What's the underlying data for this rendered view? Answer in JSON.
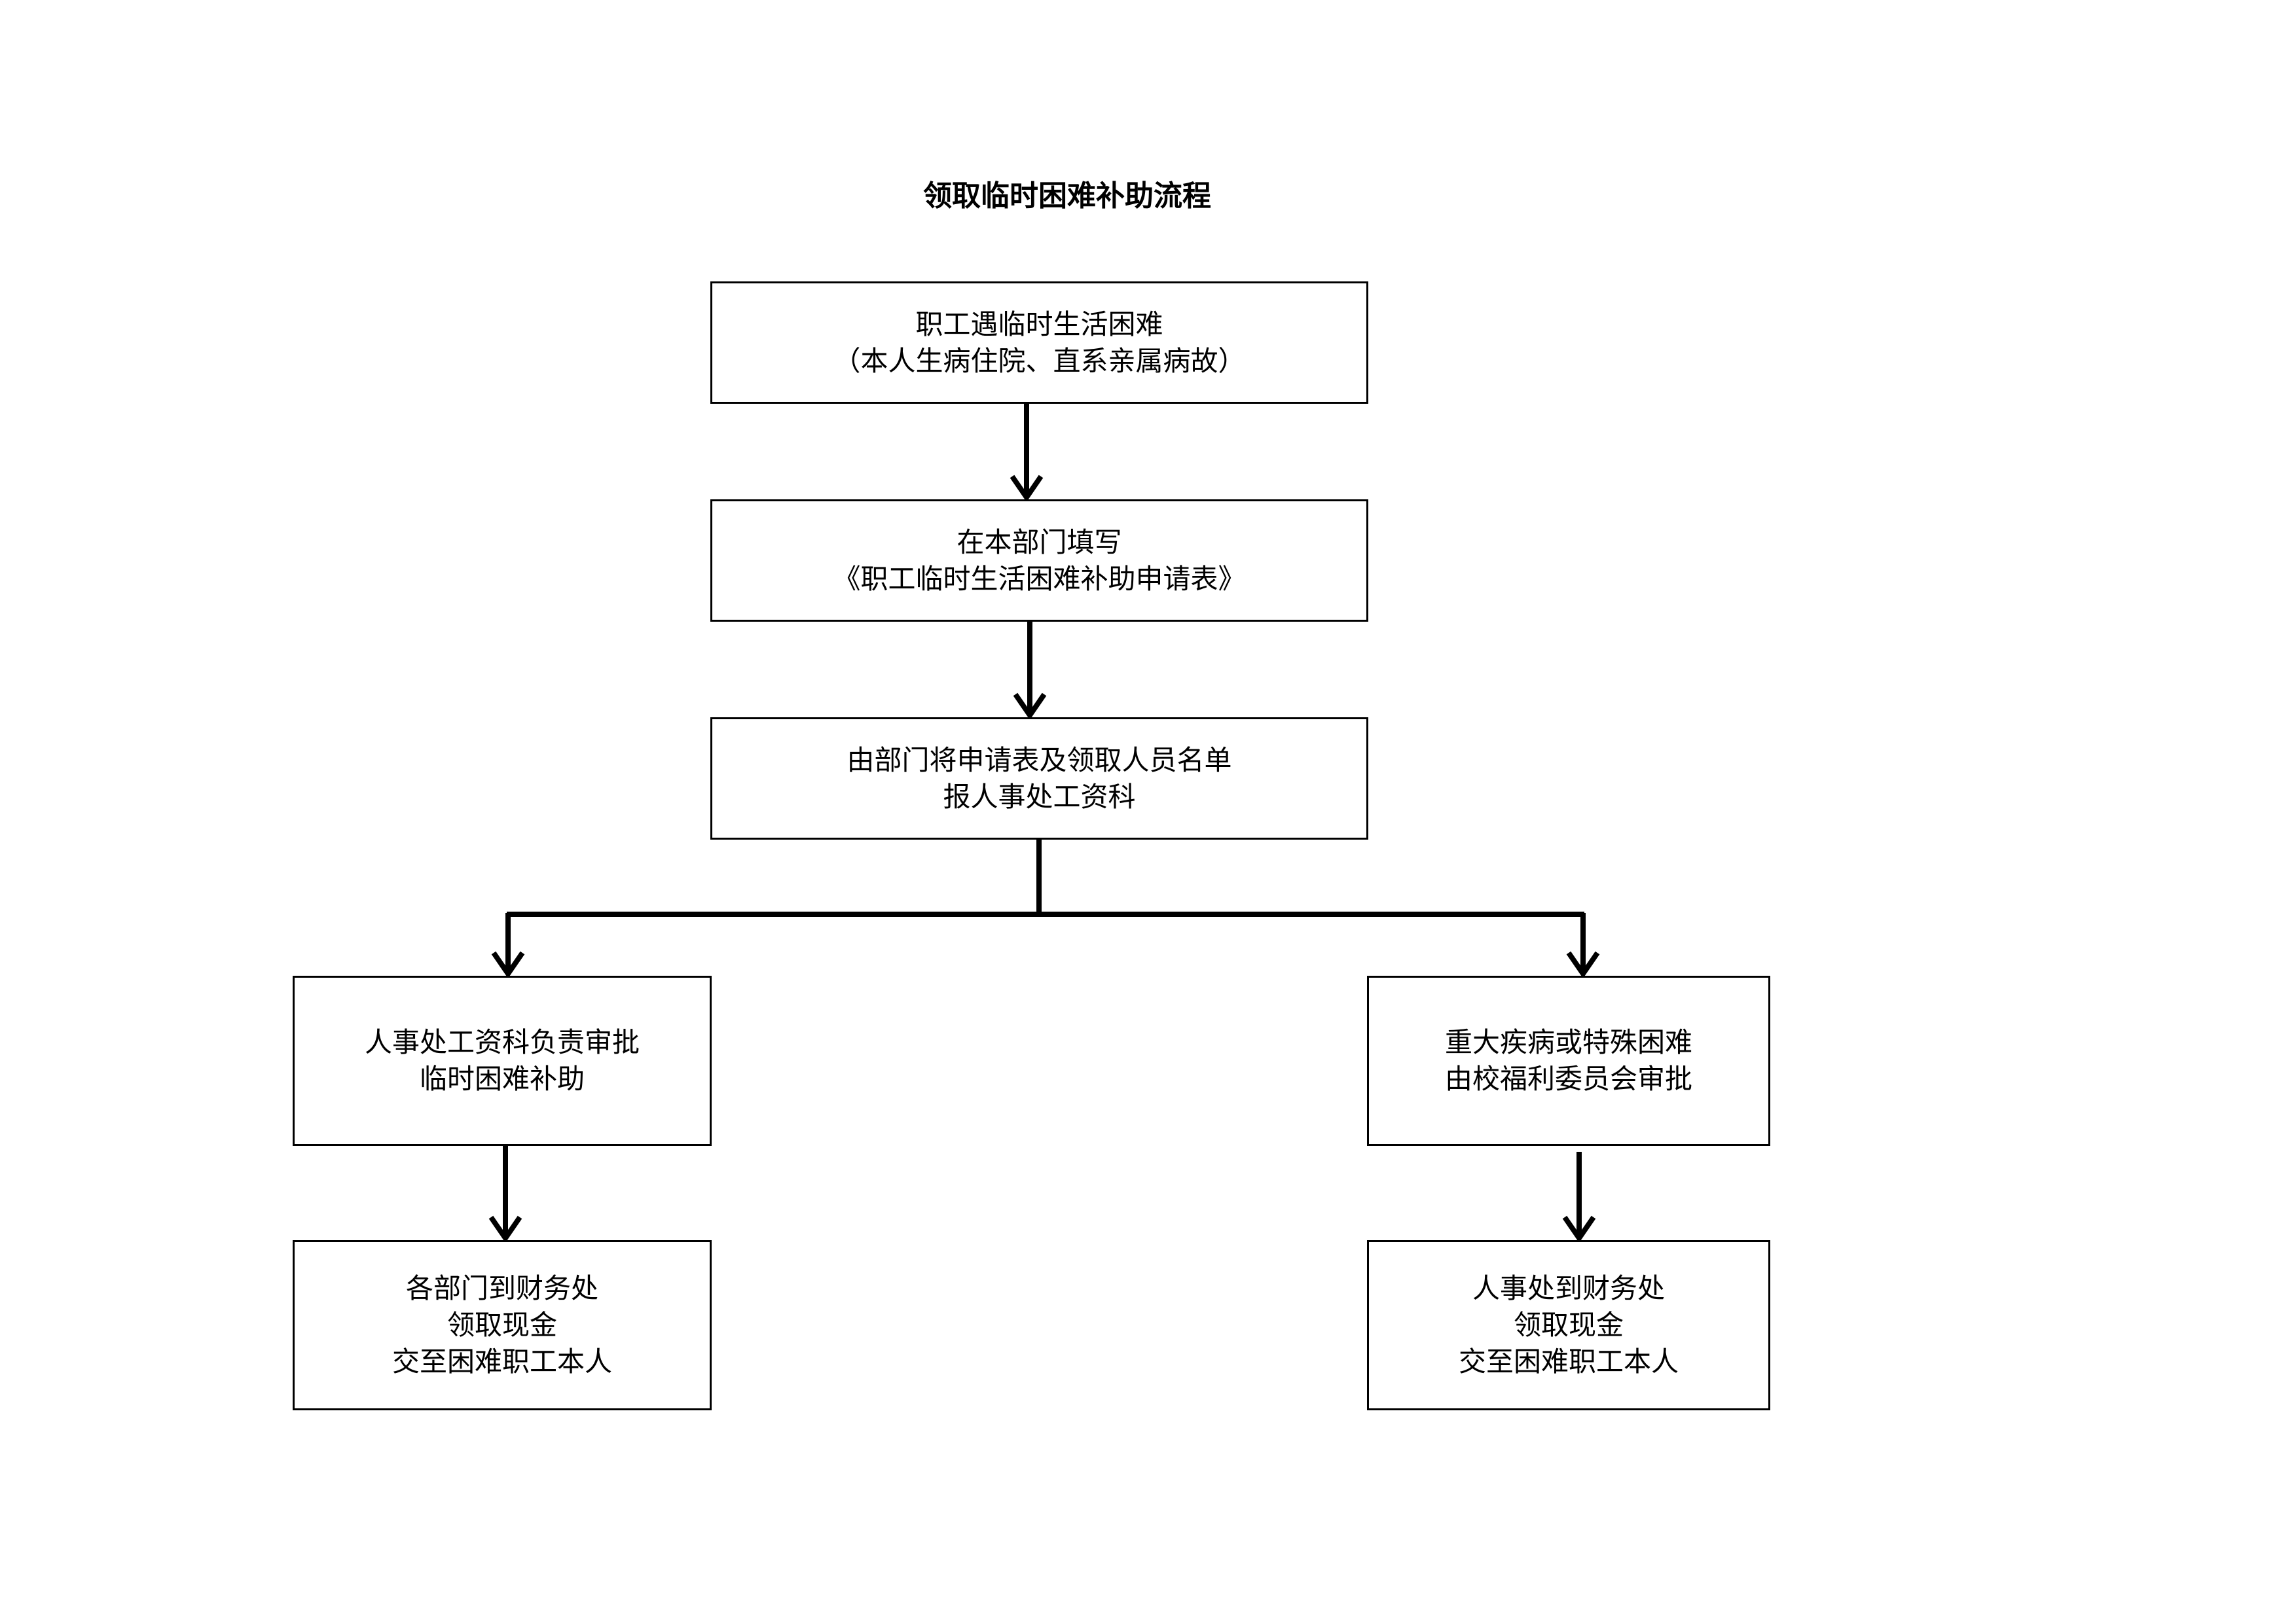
{
  "title": "领取临时困难补助流程",
  "steps": {
    "report": {
      "line1": "职工遇临时生活困难",
      "line2": "（本人生病住院、直系亲属病故）"
    },
    "fill_form": {
      "line1": "在本部门填写",
      "line2": "《职工临时生活困难补助申请表》"
    },
    "submit": {
      "line1": "由部门将申请表及领取人员名单",
      "line2": "报人事处工资科"
    },
    "hr_approval": {
      "line1": "人事处工资科负责审批",
      "line2": "临时困难补助"
    },
    "committee_approval": {
      "line1": "重大疾病或特殊困难",
      "line2": "由校福利委员会审批"
    },
    "dept_payout": {
      "line1": "各部门到财务处",
      "line2": "领取现金",
      "line3": "交至困难职工本人"
    },
    "hr_payout": {
      "line1": "人事处到财务处",
      "line2": "领取现金",
      "line3": "交至困难职工本人"
    }
  }
}
